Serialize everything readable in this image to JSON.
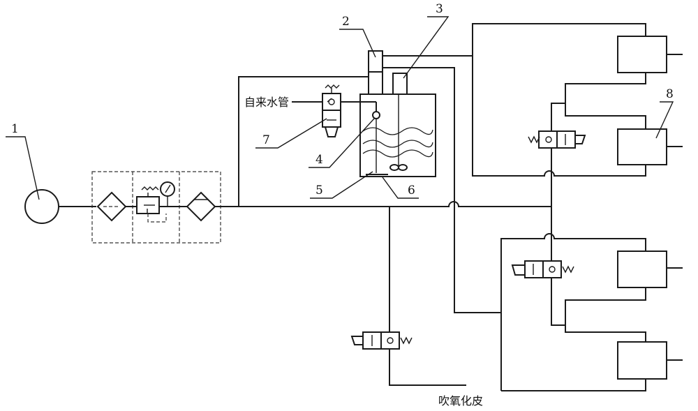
{
  "labels": {
    "n1": "1",
    "n2": "2",
    "n3": "3",
    "n4": "4",
    "n5": "5",
    "n6": "6",
    "n7": "7",
    "n8": "8"
  },
  "text": {
    "tap_water": "自来水管",
    "blow_oxide": "吹氧化皮"
  },
  "icons": {
    "compressor": "circle-compressor-icon",
    "frl_unit": "filter-regulator-lubricator-icon",
    "solenoid_valve": "solenoid-valve-icon",
    "cylinder": "cylinder-icon"
  }
}
